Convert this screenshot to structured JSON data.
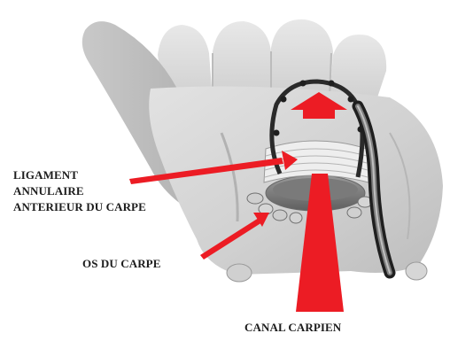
{
  "labels": {
    "ligament": [
      "LIGAMENT",
      "ANNULAIRE",
      "ANTERIEUR DU CARPE"
    ],
    "os_carpe": "OS DU CARPE",
    "canal": "CANAL CARPIEN"
  },
  "colors": {
    "arrow_red": "#ec1c24",
    "label_text": "#1c1c1c",
    "tendon_dark": "#2a2a2a"
  }
}
